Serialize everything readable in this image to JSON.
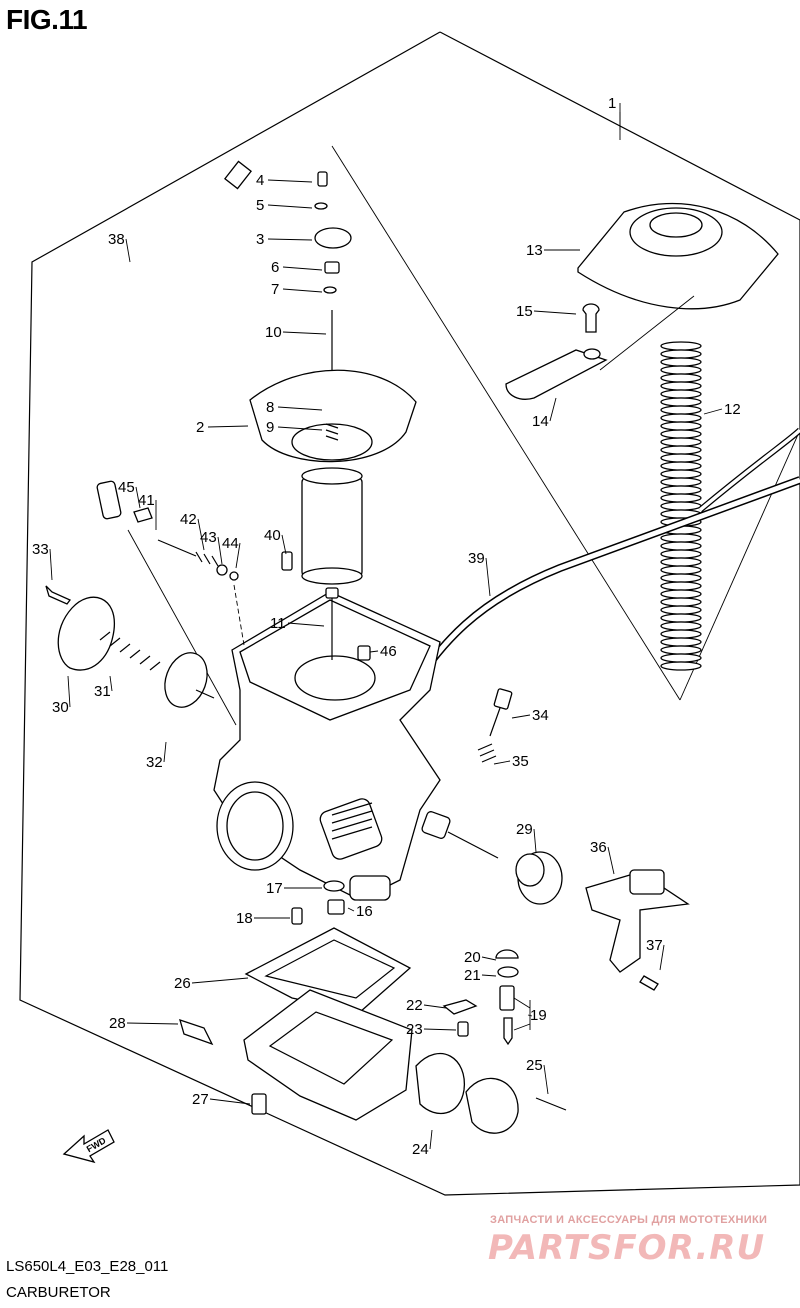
{
  "figure_title": "FIG.11",
  "model_code": "LS650L4_E03_E28_011",
  "caption": "CARBURETOR",
  "forward_mark": "FWD",
  "watermark": {
    "tagline": "ЗАПЧАСТИ И АКСЕССУАРЫ ДЛЯ МОТОТЕХНИКИ",
    "logo": "PARTSFOR.RU"
  },
  "callouts": [
    "1",
    "2",
    "3",
    "4",
    "5",
    "6",
    "7",
    "8",
    "9",
    "10",
    "11",
    "12",
    "13",
    "14",
    "15",
    "16",
    "17",
    "18",
    "19",
    "20",
    "21",
    "22",
    "23",
    "24",
    "25",
    "26",
    "27",
    "28",
    "29",
    "30",
    "31",
    "32",
    "33",
    "34",
    "35",
    "36",
    "37",
    "38",
    "39",
    "40",
    "41",
    "42",
    "43",
    "44",
    "45",
    "46"
  ]
}
